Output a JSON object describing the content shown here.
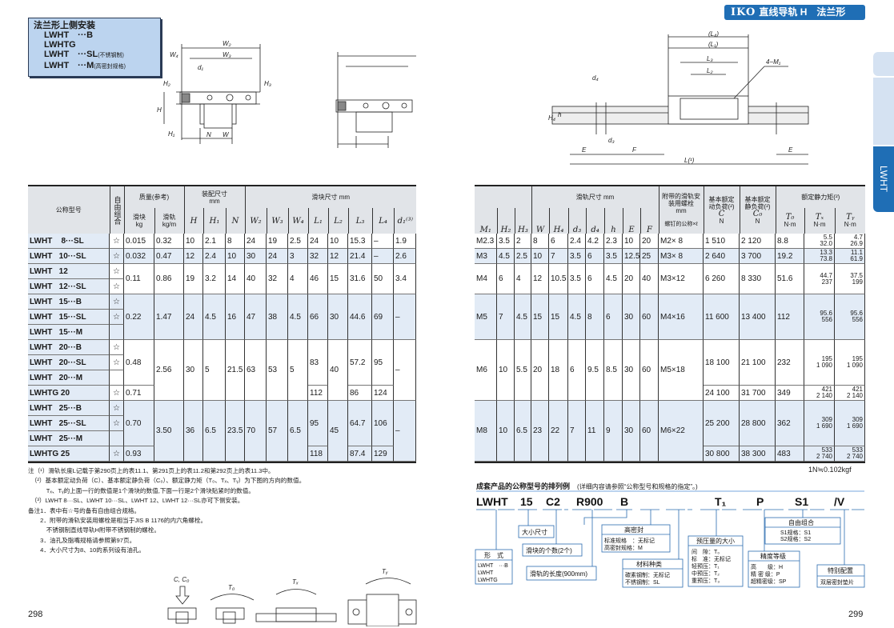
{
  "title_box": {
    "heading": "法兰形上侧安装",
    "lines": [
      "LWHT　···B",
      "LWHTG",
      "LWHT　···SL",
      "LWHT　···M"
    ],
    "notes": [
      "",
      "",
      "(不锈钢制)",
      "(高密封规格)"
    ]
  },
  "brand": {
    "logo": "IKO",
    "title": "直线导轨 H　法兰形"
  },
  "side_tab": {
    "label": "LWHT"
  },
  "drawings": {
    "labels": [
      "W₂",
      "W₃",
      "W₄",
      "d₁",
      "H₂",
      "H₃",
      "H",
      "H₁",
      "N",
      "W",
      "(L₄)",
      "(L₁)",
      "L₃",
      "L₂",
      "4−M₁",
      "d₄",
      "H₄",
      "h",
      "d₃",
      "E",
      "F",
      "L(¹)"
    ]
  },
  "left_table": {
    "header": {
      "model": "公称型号",
      "free": "自由组合",
      "mass": "质量(参考)",
      "assembly": "装配尺寸\nmm",
      "block": "滑块尺寸 mm",
      "slider": "滑块\nkg",
      "rail": "滑轨\nkg/m",
      "cols": [
        "H",
        "H₁",
        "N",
        "W₂",
        "W₃",
        "W₄",
        "L₁",
        "L₂",
        "L₃",
        "L₄",
        "d₁⁽³⁾"
      ]
    },
    "rows": [
      [
        "LWHT    8···SL",
        "☆",
        "0.015",
        "0.32",
        "10",
        "2.1",
        "8",
        "24",
        "19",
        "2.5",
        "24",
        "10",
        "15.3",
        "–",
        "1.9"
      ],
      [
        "LWHT   10···SL",
        "☆",
        "0.032",
        "0.47",
        "12",
        "2.4",
        "10",
        "30",
        "24",
        "3",
        "32",
        "12",
        "21.4",
        "–",
        "2.6"
      ],
      [
        "LWHT   12",
        "☆",
        {
          "v": "0.11",
          "rs": 2
        },
        {
          "v": "0.86",
          "rs": 2
        },
        {
          "v": "19",
          "rs": 2
        },
        {
          "v": "3.2",
          "rs": 2
        },
        {
          "v": "14",
          "rs": 2
        },
        {
          "v": "40",
          "rs": 2
        },
        {
          "v": "32",
          "rs": 2
        },
        {
          "v": "4",
          "rs": 2
        },
        {
          "v": "46",
          "rs": 2
        },
        {
          "v": "15",
          "rs": 2
        },
        {
          "v": "31.6",
          "rs": 2
        },
        {
          "v": "50",
          "rs": 2
        },
        {
          "v": "3.4",
          "rs": 2
        }
      ],
      [
        "LWHT   12···SL",
        "☆"
      ],
      [
        "LWHT   15···B",
        "☆",
        {
          "v": "0.22",
          "rs": 3
        },
        {
          "v": "1.47",
          "rs": 3
        },
        {
          "v": "24",
          "rs": 3
        },
        {
          "v": "4.5",
          "rs": 3
        },
        {
          "v": "16",
          "rs": 3
        },
        {
          "v": "47",
          "rs": 3
        },
        {
          "v": "38",
          "rs": 3
        },
        {
          "v": "4.5",
          "rs": 3
        },
        {
          "v": "66",
          "rs": 3
        },
        {
          "v": "30",
          "rs": 3
        },
        {
          "v": "44.6",
          "rs": 3
        },
        {
          "v": "69",
          "rs": 3
        },
        {
          "v": "–",
          "rs": 3
        }
      ],
      [
        "LWHT   15···SL",
        "☆"
      ],
      [
        "LWHT   15···M",
        ""
      ],
      [
        "LWHT   20···B",
        "☆",
        {
          "v": "0.48",
          "rs": 3
        },
        {
          "v": "2.56",
          "rs": 4
        },
        {
          "v": "30",
          "rs": 4
        },
        {
          "v": "5",
          "rs": 4
        },
        {
          "v": "21.5",
          "rs": 4
        },
        {
          "v": "63",
          "rs": 4
        },
        {
          "v": "53",
          "rs": 4
        },
        {
          "v": "5",
          "rs": 4
        },
        {
          "v": "83",
          "rs": 3
        },
        {
          "v": "40",
          "rs": 4
        },
        {
          "v": "57.2",
          "rs": 3
        },
        {
          "v": "95",
          "rs": 3
        },
        {
          "v": "–",
          "rs": 4
        }
      ],
      [
        "LWHT   20···SL",
        "☆"
      ],
      [
        "LWHT   20···M",
        ""
      ],
      [
        "LWHTG 20",
        "☆",
        "0.71",
        "112",
        "86",
        "124"
      ],
      [
        "LWHT   25···B",
        "☆",
        {
          "v": "0.70",
          "rs": 3
        },
        {
          "v": "3.50",
          "rs": 4
        },
        {
          "v": "36",
          "rs": 4
        },
        {
          "v": "6.5",
          "rs": 4
        },
        {
          "v": "23.5",
          "rs": 4
        },
        {
          "v": "70",
          "rs": 4
        },
        {
          "v": "57",
          "rs": 4
        },
        {
          "v": "6.5",
          "rs": 4
        },
        {
          "v": "95",
          "rs": 3
        },
        {
          "v": "45",
          "rs": 4
        },
        {
          "v": "64.7",
          "rs": 3
        },
        {
          "v": "106",
          "rs": 3
        },
        {
          "v": "–",
          "rs": 4
        }
      ],
      [
        "LWHT   25···SL",
        "☆"
      ],
      [
        "LWHT   25···M",
        ""
      ],
      [
        "LWHTG 25",
        "☆",
        "0.93",
        "118",
        "87.4",
        "129"
      ]
    ]
  },
  "right_table": {
    "header": {
      "rail": "滑轨尺寸 mm",
      "bolt": "附带的滑轨安\n装用螺栓\nmm",
      "bolt_sub": "螺钉的公称×ℓ",
      "c_title": "基本额定\n动负荷(²)",
      "c": "C",
      "c0_title": "基本额定\n静负荷(²)",
      "c0": "C₀",
      "unit_n": "N",
      "moment": "额定静力矩(²)",
      "cols": [
        "M₁",
        "H₂",
        "H₃",
        "W",
        "H₄",
        "d₃",
        "d₄",
        "h",
        "E",
        "F"
      ],
      "t0": "T₀",
      "tx": "Tₓ",
      "ty": "Tᵧ",
      "unit_nm": "N·m"
    },
    "rows": [
      [
        "M2.3",
        "3.5",
        "2",
        "8",
        "6",
        "2.4",
        "4.2",
        "2.3",
        "10",
        "20",
        "M2× 8",
        "1 510",
        "2 120",
        "8.8",
        "5.5\n32.0",
        "4.7\n26.9"
      ],
      [
        "M3",
        "4.5",
        "2.5",
        "10",
        "7",
        "3.5",
        "6",
        "3.5",
        "12.5",
        "25",
        "M3× 8",
        "2 640",
        "3 700",
        "19.2",
        "13.3\n73.8",
        "11.1\n61.9"
      ],
      [
        {
          "v": "M4",
          "rs": 2
        },
        {
          "v": "6",
          "rs": 2
        },
        {
          "v": "4",
          "rs": 2
        },
        {
          "v": "12",
          "rs": 2
        },
        {
          "v": "10.5",
          "rs": 2
        },
        {
          "v": "3.5",
          "rs": 2
        },
        {
          "v": "6",
          "rs": 2
        },
        {
          "v": "4.5",
          "rs": 2
        },
        {
          "v": "20",
          "rs": 2
        },
        {
          "v": "40",
          "rs": 2
        },
        {
          "v": "M3×12",
          "rs": 2
        },
        {
          "v": "6 260",
          "rs": 2
        },
        {
          "v": "8 330",
          "rs": 2
        },
        {
          "v": "51.6",
          "rs": 2
        },
        {
          "v": "44.7\n237",
          "rs": 2
        },
        {
          "v": "37.5\n199",
          "rs": 2
        }
      ],
      [],
      [
        {
          "v": "M5",
          "rs": 3
        },
        {
          "v": "7",
          "rs": 3
        },
        {
          "v": "4.5",
          "rs": 3
        },
        {
          "v": "15",
          "rs": 3
        },
        {
          "v": "15",
          "rs": 3
        },
        {
          "v": "4.5",
          "rs": 3
        },
        {
          "v": "8",
          "rs": 3
        },
        {
          "v": "6",
          "rs": 3
        },
        {
          "v": "30",
          "rs": 3
        },
        {
          "v": "60",
          "rs": 3
        },
        {
          "v": "M4×16",
          "rs": 3
        },
        {
          "v": "11 600",
          "rs": 3
        },
        {
          "v": "13 400",
          "rs": 3
        },
        {
          "v": "112",
          "rs": 3
        },
        {
          "v": "95.6\n556",
          "rs": 3
        },
        {
          "v": "95.6\n556",
          "rs": 3
        }
      ],
      [],
      [],
      [
        {
          "v": "M6",
          "rs": 4
        },
        {
          "v": "10",
          "rs": 4
        },
        {
          "v": "5.5",
          "rs": 4
        },
        {
          "v": "20",
          "rs": 4
        },
        {
          "v": "18",
          "rs": 4
        },
        {
          "v": "6",
          "rs": 4
        },
        {
          "v": "9.5",
          "rs": 4
        },
        {
          "v": "8.5",
          "rs": 4
        },
        {
          "v": "30",
          "rs": 4
        },
        {
          "v": "60",
          "rs": 4
        },
        {
          "v": "M5×18",
          "rs": 4
        },
        {
          "v": "18 100",
          "rs": 3
        },
        {
          "v": "21 100",
          "rs": 3
        },
        {
          "v": "232",
          "rs": 3
        },
        {
          "v": "195\n1 090",
          "rs": 3
        },
        {
          "v": "195\n1 090",
          "rs": 3
        }
      ],
      [],
      [],
      [
        "24 100",
        "31 700",
        "349",
        "421\n2 140",
        "421\n2 140"
      ],
      [
        {
          "v": "M8",
          "rs": 4
        },
        {
          "v": "10",
          "rs": 4
        },
        {
          "v": "6.5",
          "rs": 4
        },
        {
          "v": "23",
          "rs": 4
        },
        {
          "v": "22",
          "rs": 4
        },
        {
          "v": "7",
          "rs": 4
        },
        {
          "v": "11",
          "rs": 4
        },
        {
          "v": "9",
          "rs": 4
        },
        {
          "v": "30",
          "rs": 4
        },
        {
          "v": "60",
          "rs": 4
        },
        {
          "v": "M6×22",
          "rs": 4
        },
        {
          "v": "25 200",
          "rs": 3
        },
        {
          "v": "28 800",
          "rs": 3
        },
        {
          "v": "362",
          "rs": 3
        },
        {
          "v": "309\n1 690",
          "rs": 3
        },
        {
          "v": "309\n1 690",
          "rs": 3
        }
      ],
      [],
      [],
      [
        "30 800",
        "38 300",
        "483",
        "533\n2 740",
        "533\n2 740"
      ]
    ],
    "unit_note": "1N≒0.102kgf"
  },
  "notes": "注（¹）滑轨长度L记载于第290页上的表11.1、第291页上的表11.2和第292页上的表11.3中。\n　（²）基本额定动负荷（C）、基本额定静负荷（C₀）、额定静力矩（T₀、Tₓ、Tᵧ）为下图的方向的数值。\n　　　Tₓ、Tᵧ的上面一行的数值是1个滑块的数值,下面一行是2个滑块贴紧时的数值。\n　（³）LWHT 8···SL、LWHT 10···SL、LWHT 12、LWHT 12···SL亦可下侧安装。\n备注1．表中有☆号的备有自由组合规格。\n　　2．附带的滑轨安装用螺栓是相当于JIS B 1176的内六角螺栓。\n　　　不锈钢制直线导轨H附带不锈钢制的螺栓。\n　　3．油孔及脂嘴规格请参照第97页。\n　　4．大小尺寸为8、10的系列设有油孔。",
  "load_diagram": {
    "labels": [
      "C, C₀",
      "T₀",
      "Tₓ",
      "Tᵧ"
    ]
  },
  "designation": {
    "title": "成套产品的公称型号的排列例",
    "title_note": "(详细内容请参照“公称型号和规格的指定”。)",
    "codes": [
      "LWHT",
      "15",
      "C2",
      "R900",
      "B",
      "T₁",
      "P",
      "S1",
      "/V"
    ],
    "boxes": {
      "size": "大小尺寸",
      "blocks": "滑块的个数(2个)",
      "form": {
        "title": "形　式",
        "lines": [
          "LWHT　···B",
          "LWHT",
          "LWHTG"
        ]
      },
      "length": "滑轨的长度(900mm)",
      "seal": {
        "title": "高密封",
        "lines": [
          "标准规格　：无标记",
          "高密封规格：M"
        ]
      },
      "material": {
        "title": "材料种类",
        "lines": [
          "碳素钢制：无标记",
          "不锈钢制：SL"
        ]
      },
      "preload": {
        "title": "预压量的大小",
        "lines": [
          "间　隙：T₀",
          "标　准：无标记",
          "轻预压：T₁",
          "中预压：T₂",
          "重预压：T₃"
        ]
      },
      "accuracy": {
        "title": "精度等级",
        "lines": [
          "高　　级：H",
          "精 密 级：P",
          "超精密级：SP"
        ]
      },
      "combo": {
        "title": "自由组合",
        "lines": [
          "S1规格：S1",
          "S2规格：S2"
        ]
      },
      "special": {
        "title": "特别配置",
        "lines": [
          "双层密封垫片"
        ]
      }
    }
  },
  "page_numbers": {
    "left": "298",
    "right": "299"
  },
  "colors": {
    "accent": "#1f6eb5",
    "header_bg": "#e1e4e8",
    "row_shade": "#e2ebf6",
    "title_box": "#bcd4ef"
  }
}
